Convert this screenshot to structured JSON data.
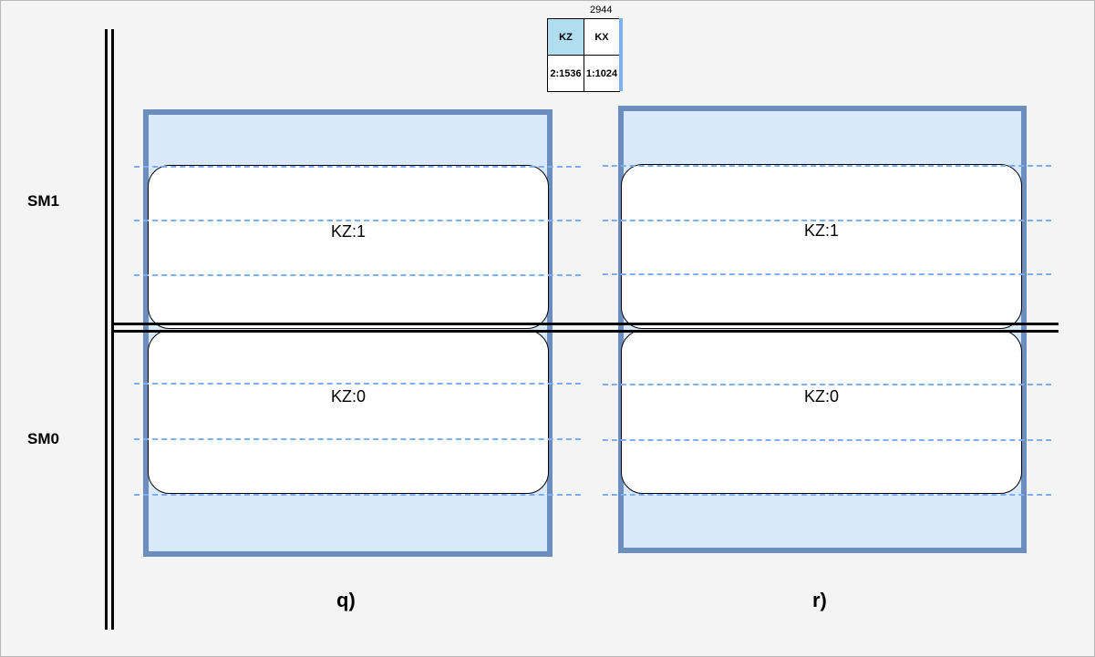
{
  "summary_table": {
    "total": "2944",
    "headers": [
      "KZ",
      "KX"
    ],
    "values": [
      "2:1536",
      "1:1024"
    ]
  },
  "row_labels": {
    "upper": "SM1",
    "lower": "SM0"
  },
  "panels": [
    {
      "caption": "q)",
      "cards": {
        "upper": "KZ:1",
        "lower": "KZ:0"
      }
    },
    {
      "caption": "r)",
      "cards": {
        "upper": "KZ:1",
        "lower": "KZ:0"
      }
    }
  ],
  "colors": {
    "panel_fill": "#dae8fc",
    "panel_border": "#6c8ebf",
    "dashed_line": "#7eaef5",
    "header_fill": "#b1ddf0",
    "background": "#f4f4f4"
  }
}
